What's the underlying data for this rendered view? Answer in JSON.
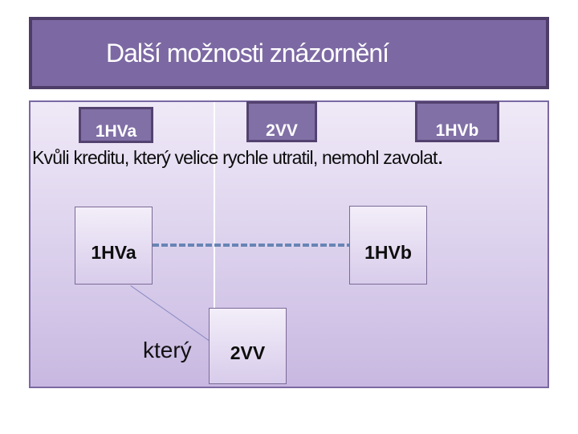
{
  "slide": {
    "title": "Další možnosti znázornění",
    "sentence": {
      "text": "Kvůli kreditu, který velice rychle utratil, nemohl zavolat",
      "period": "."
    },
    "top_labels": [
      {
        "text": "1HVa"
      },
      {
        "text": "2VV"
      },
      {
        "text": "1HVb"
      }
    ],
    "diagram": {
      "node_1hva": "1HVa",
      "node_1hvb": "1HVb",
      "node_2vv": "2VV",
      "word": "který"
    },
    "colors": {
      "title_fill": "#7c69a3",
      "title_border": "#4e3d68",
      "panel_border": "#7a68a2",
      "panel_gradient_top": "#efe9f7",
      "panel_gradient_bottom": "#c8b8e1",
      "tag_box_fill": "#8170a6",
      "tag_box_border": "#53426f",
      "node_fill_top": "#f3eef9",
      "node_fill_bottom": "#d8cceb",
      "node_border": "#7b6a96",
      "dashed_connector": "#6885b5",
      "diagonal_connector": "#8a8ac2",
      "divider_line": "#ffffff",
      "text_color": "#0d0d0d",
      "title_text_color": "#ffffff"
    }
  }
}
